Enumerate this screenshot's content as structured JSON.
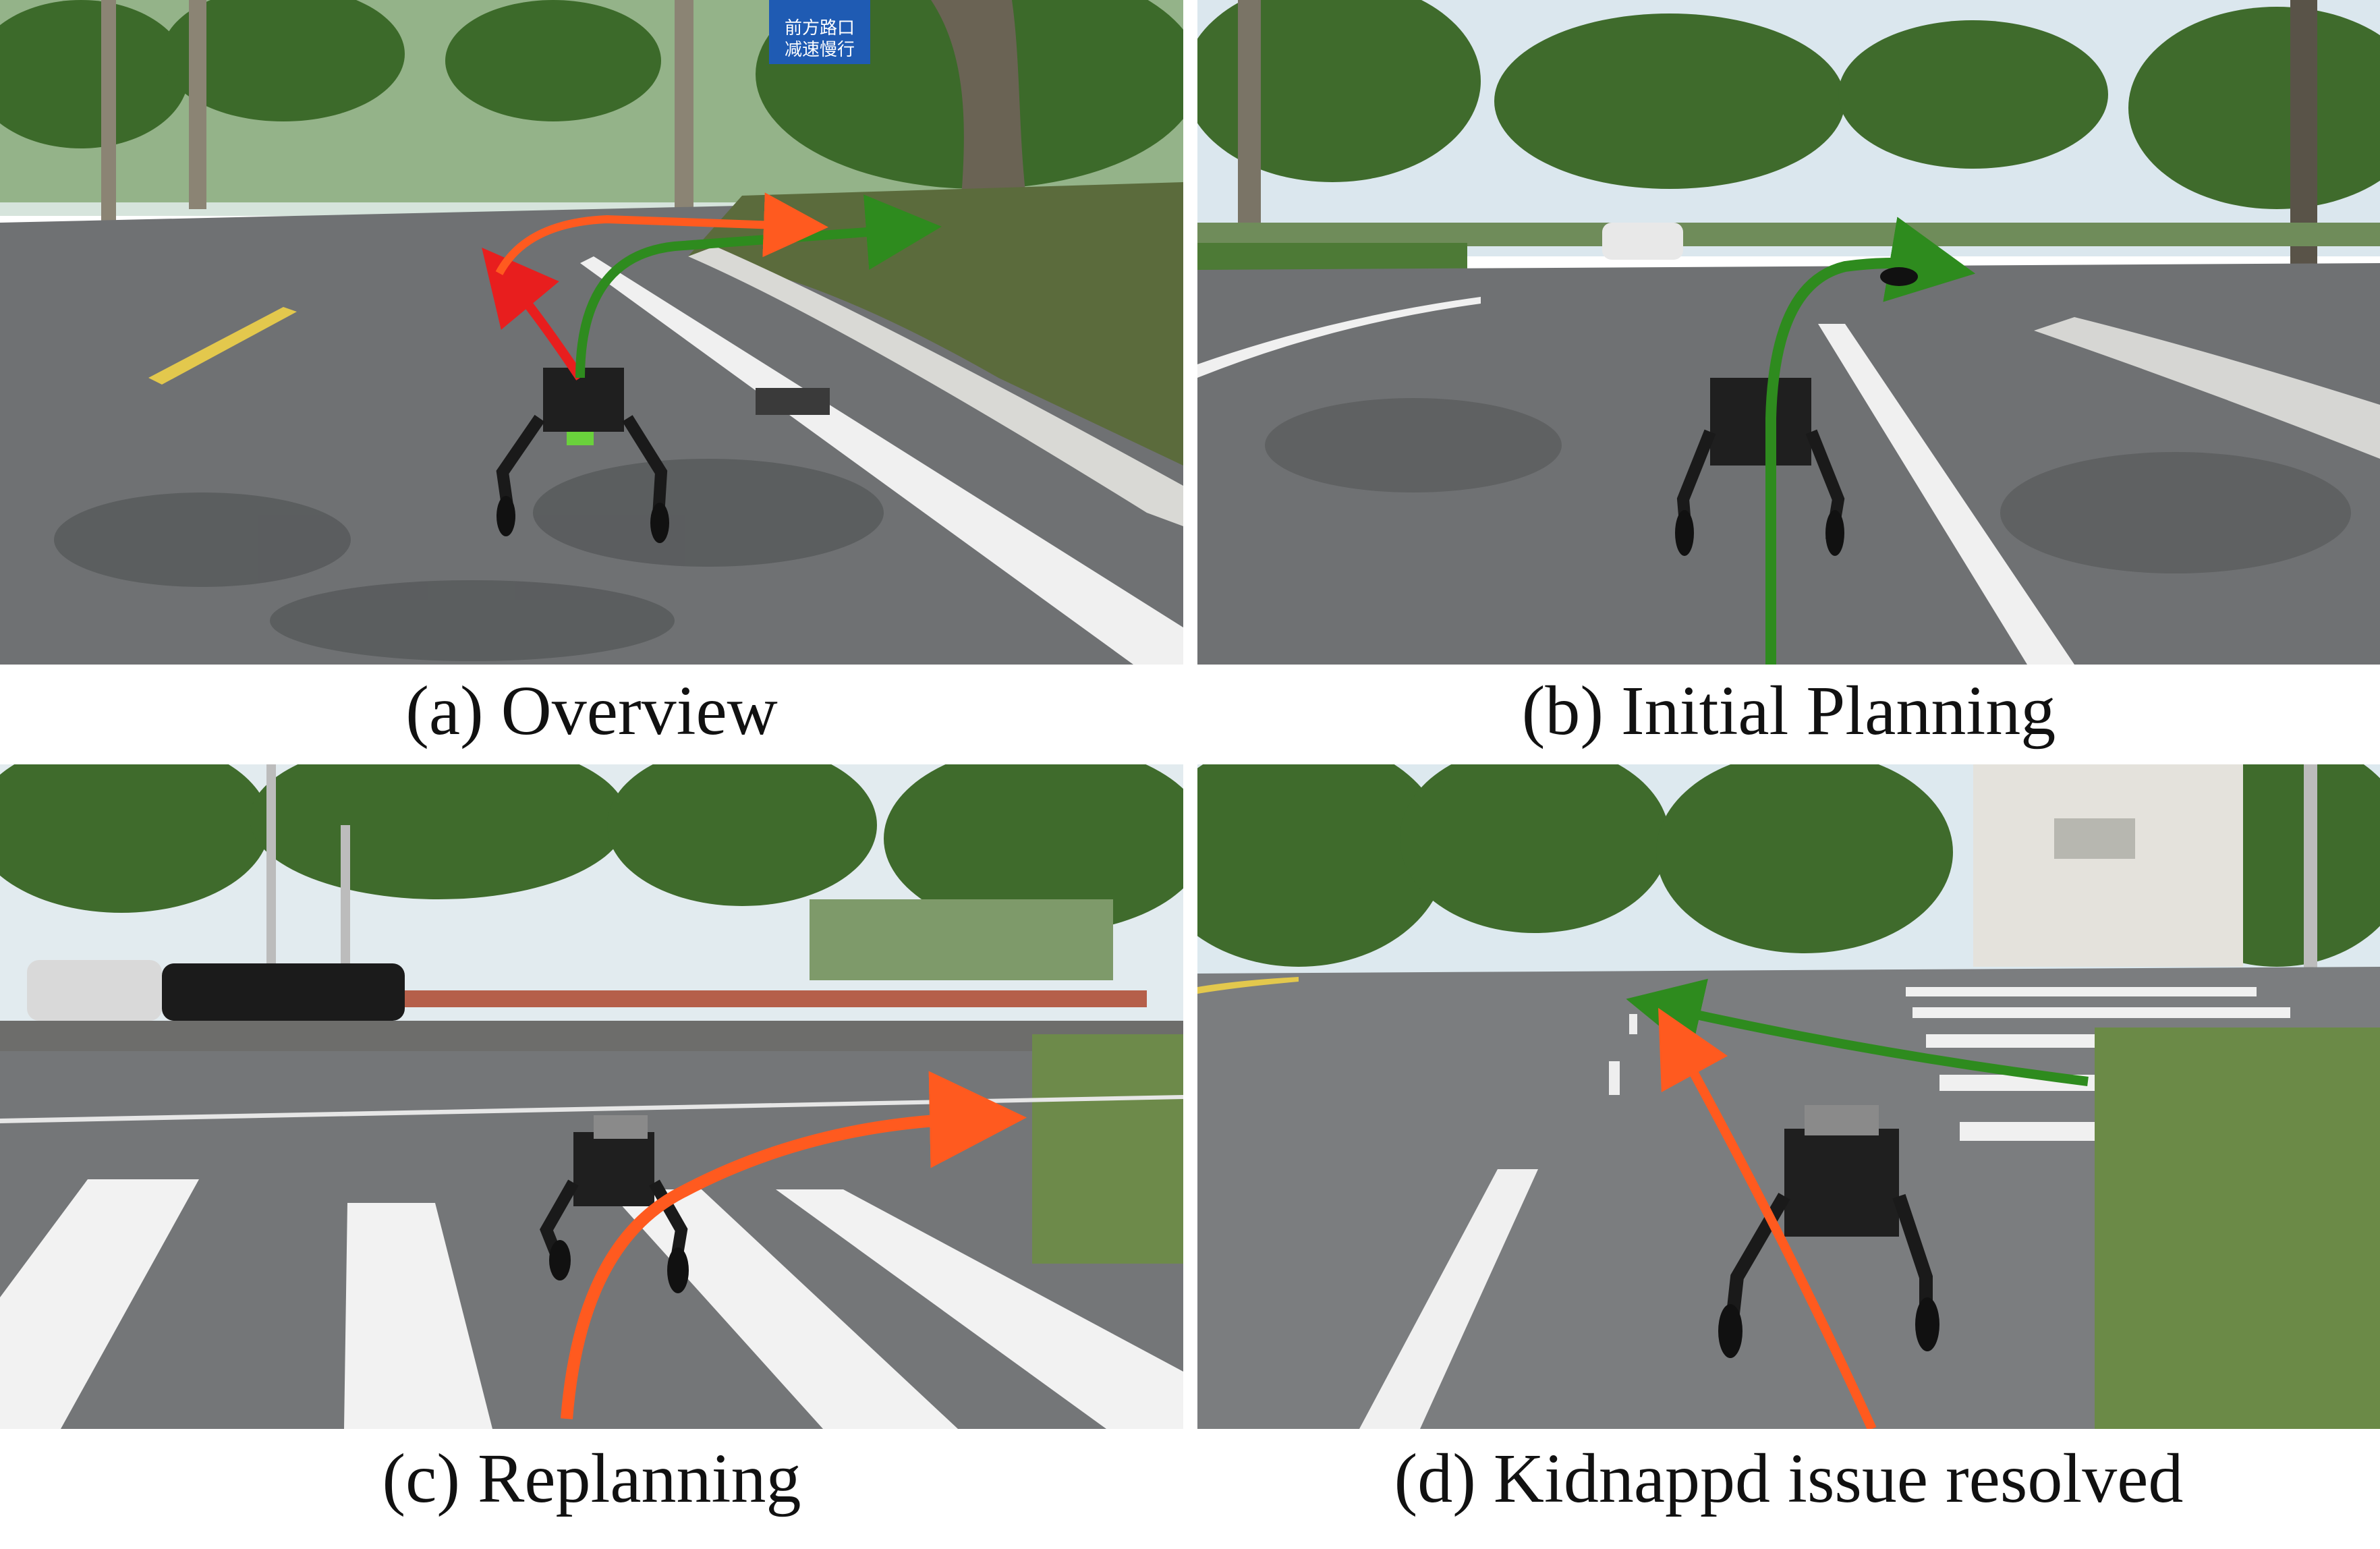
{
  "panels": [
    {
      "id": "a",
      "caption": "(a) Overview",
      "sign_text_1": "前方路口",
      "sign_text_2": "减速慢行"
    },
    {
      "id": "b",
      "caption": "(b) Initial Planning"
    },
    {
      "id": "c",
      "caption": "(c) Replanning"
    },
    {
      "id": "d",
      "caption": "(d) Kidnappd issue resolved"
    }
  ],
  "colors": {
    "path_green": "#2e8b1e",
    "path_orange": "#ff5a1f",
    "path_red": "#e81e1e",
    "asphalt": "#6f7173",
    "foliage": "#3f6b2c",
    "sky": "#dbe7ee"
  }
}
